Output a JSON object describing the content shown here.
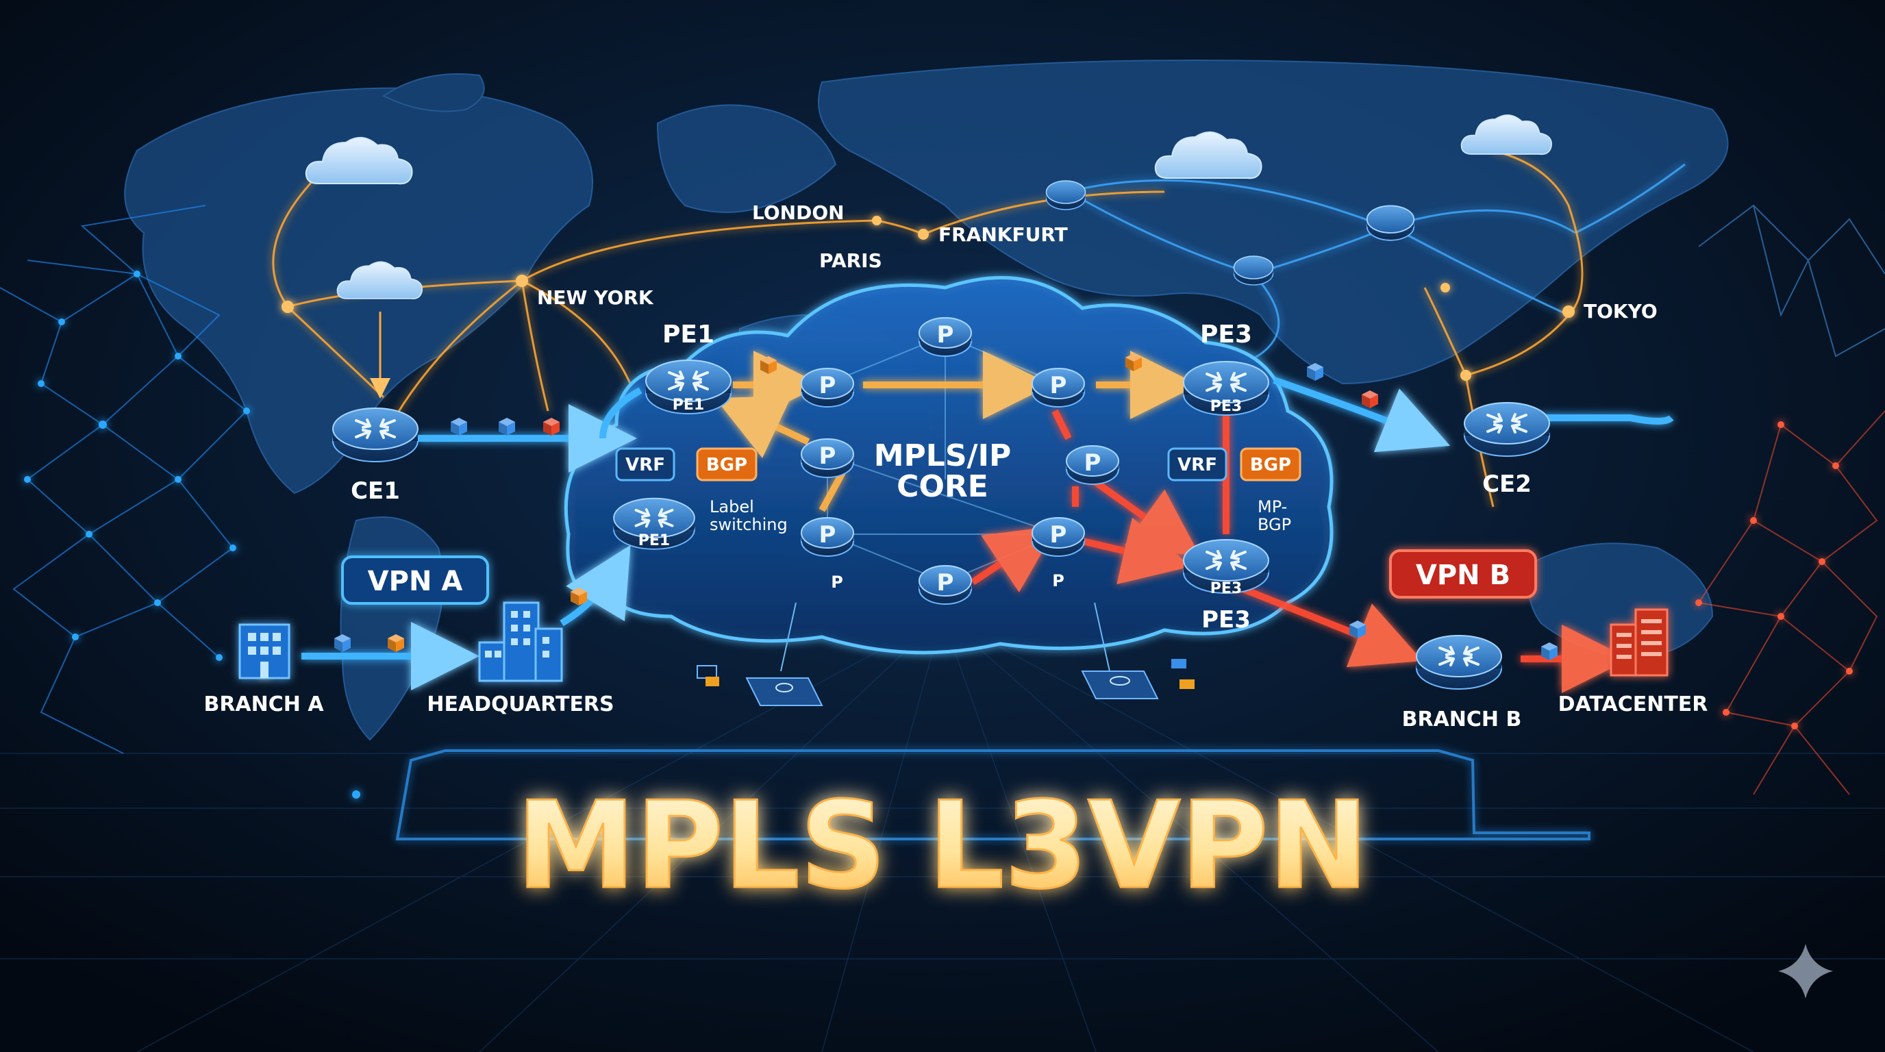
{
  "title": "MPLS L3VPN",
  "core": {
    "line1": "MPLS/IP",
    "line2": "CORE"
  },
  "cities": {
    "london": "LONDON",
    "paris": "PARIS",
    "frankfurt": "FRANKFURT",
    "new_york": "NEW YORK",
    "tokyo": "TOKYO"
  },
  "routers": {
    "pe1_left_caption": "PE1",
    "pe1_left_inner": "PE1",
    "pe1_lower_inner": "PE1",
    "pe3_right_caption": "PE3",
    "pe3_right_inner": "PE3",
    "pe3_lower_inner": "PE3",
    "pe3_lower_caption": "PE3",
    "p_label": "P",
    "p_caption_left": "P",
    "p_caption_right": "P",
    "ce1": "CE1",
    "ce2": "CE2"
  },
  "tags": {
    "vrf_left": "VRF",
    "bgp_left": "BGP",
    "vrf_right": "VRF",
    "bgp_right": "BGP",
    "label_switching_1": "Label",
    "label_switching_2": "switching",
    "mp_bgp_1": "MP-",
    "mp_bgp_2": "BGP"
  },
  "vpns": {
    "vpn_a": "VPN A",
    "vpn_b": "VPN B"
  },
  "sites": {
    "branch_a": "BRANCH A",
    "headquarters": "HEADQUARTERS",
    "branch_b": "BRANCH B",
    "datacenter": "DATACENTER"
  },
  "colors": {
    "background": "#050d1c",
    "map": "#1a4d86",
    "blue_accent": "#2aa8ff",
    "orange_accent": "#ffa733",
    "red_accent": "#ff3b2a",
    "title_fill": "#ffe9a8"
  }
}
